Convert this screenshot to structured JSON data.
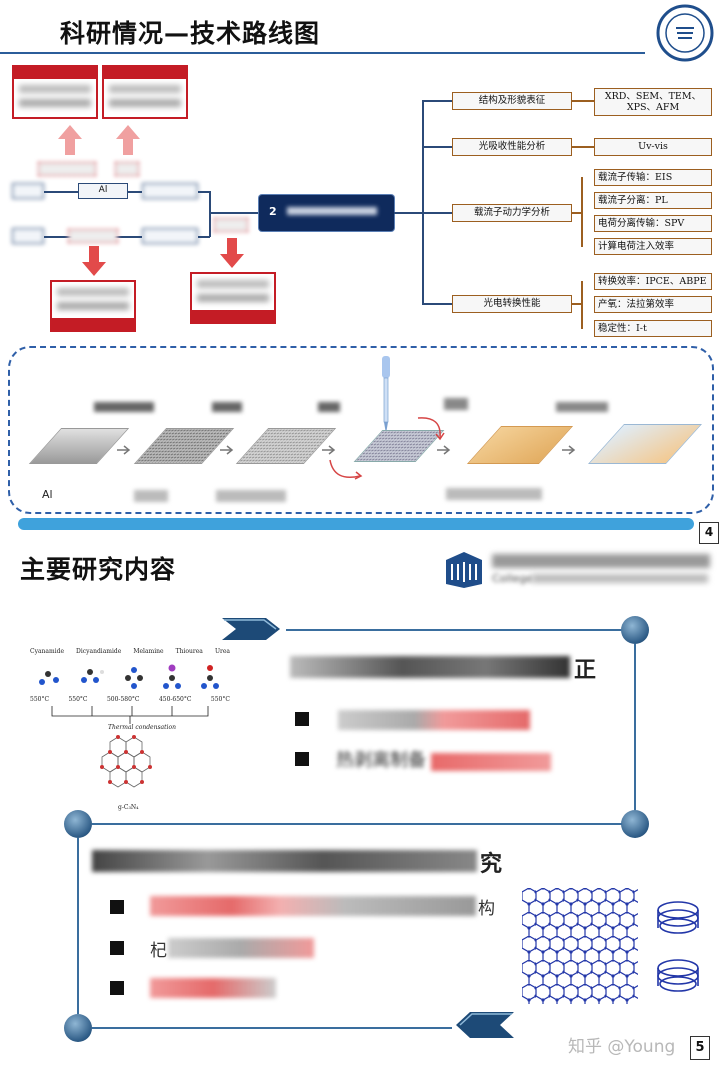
{
  "slide1": {
    "title": "科研情况—技术路线图",
    "page_number": "4",
    "center_box_label": "2",
    "node_label_al": "Al",
    "step_label_al": "Al",
    "characterization": [
      {
        "label": "结构及形貌表征",
        "results": [
          "XRD、SEM、TEM、",
          "XPS、AFM"
        ]
      },
      {
        "label": "光吸收性能分析",
        "results": [
          "Uv-vis"
        ]
      },
      {
        "label": "载流子动力学分析",
        "results": [
          "载流子传输：EIS",
          "载流子分离：PL",
          "电荷分离传输：SPV",
          "计算电荷注入效率"
        ]
      },
      {
        "label": "光电转换性能",
        "results": [
          "转换效率：IPCE、ABPE",
          "产氧：法拉第效率",
          "稳定性：I-t"
        ]
      }
    ]
  },
  "slide2": {
    "title": "主要研究内容",
    "logo_sub": "College",
    "chem_labels": [
      "Cyanamide",
      "Dicyandiamide",
      "Melamine",
      "Thiourea",
      "Urea"
    ],
    "chem_temps": [
      "550°C",
      "550°C",
      "500-580°C",
      "450-650°C",
      "550°C"
    ],
    "chem_caption": "Thermal condensation",
    "chem_product": "g-C₃N₄",
    "section1_heading_tail": "正",
    "section1_bullets": [
      "",
      "热剥离制备"
    ],
    "section2_heading_tail": "究",
    "section2_bullets": [
      "构",
      "杞",
      ""
    ],
    "page_number": "5",
    "watermark": "知乎 @Young"
  },
  "colors": {
    "red": "#c41c25",
    "navy": "#2b4a78",
    "brown": "#9c5f20",
    "accent_blue": "#3fa2dc"
  }
}
